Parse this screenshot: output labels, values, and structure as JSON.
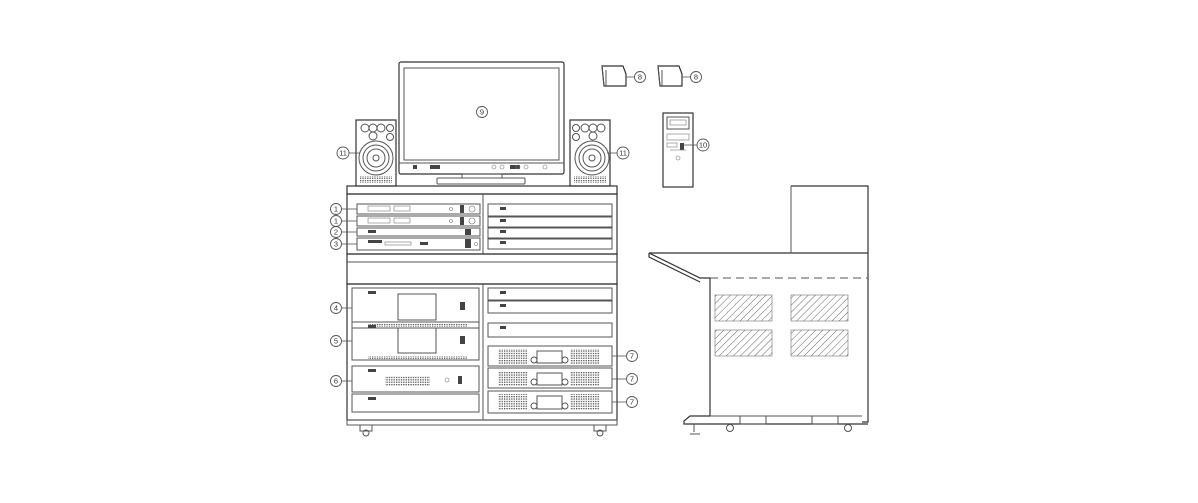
{
  "callouts": [
    {
      "id": "c1a",
      "label": "1"
    },
    {
      "id": "c1b",
      "label": "1"
    },
    {
      "id": "c2",
      "label": "2"
    },
    {
      "id": "c3",
      "label": "3"
    },
    {
      "id": "c4",
      "label": "4"
    },
    {
      "id": "c5",
      "label": "5"
    },
    {
      "id": "c6",
      "label": "6"
    },
    {
      "id": "c7a",
      "label": "7"
    },
    {
      "id": "c7b",
      "label": "7"
    },
    {
      "id": "c7c",
      "label": "7"
    },
    {
      "id": "c8a",
      "label": "8"
    },
    {
      "id": "c8b",
      "label": "8"
    },
    {
      "id": "c9",
      "label": "9"
    },
    {
      "id": "c10",
      "label": "10"
    },
    {
      "id": "c11a",
      "label": "11"
    },
    {
      "id": "c11b",
      "label": "11"
    }
  ]
}
